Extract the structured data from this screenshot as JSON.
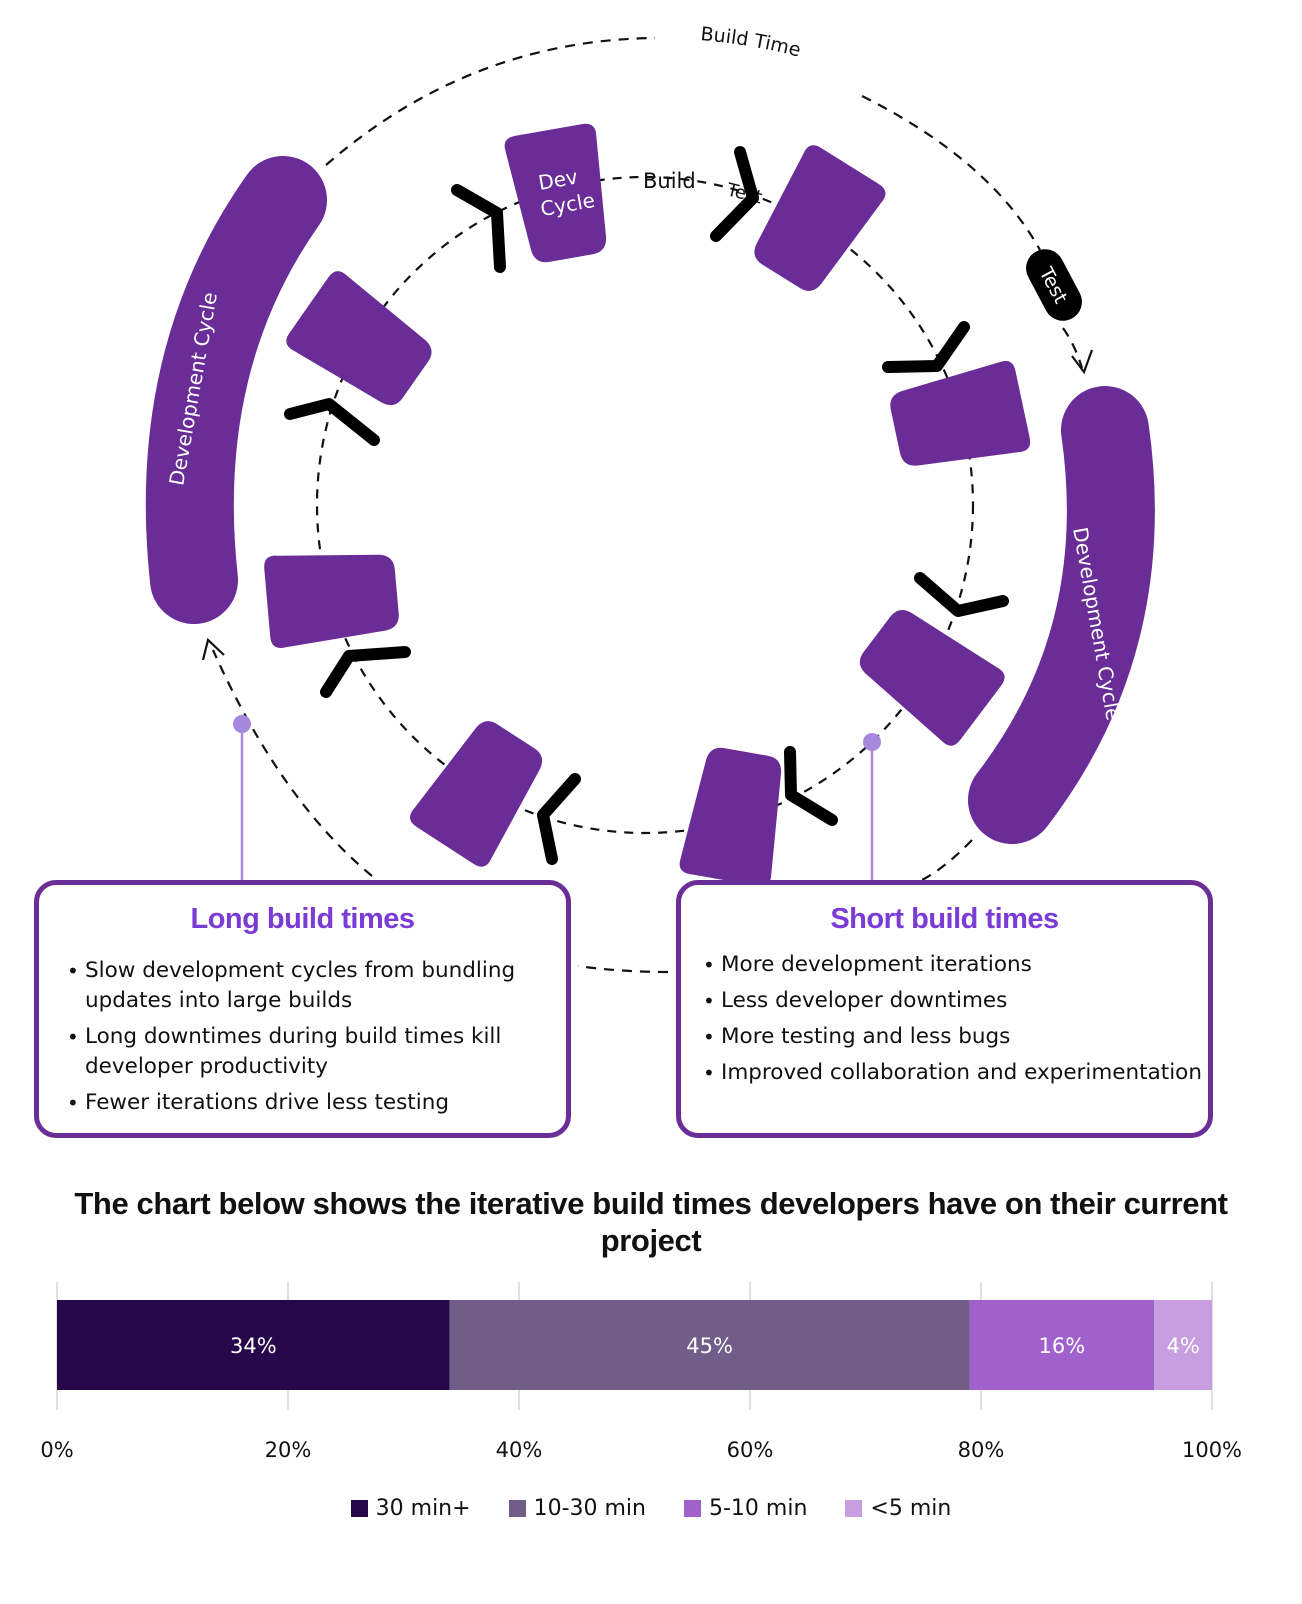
{
  "diagram": {
    "outer_arc_label": "Build Time",
    "outer_pill_label": "Test",
    "left_arc_label": "Development Cycle",
    "right_arc_label": "Development Cycle",
    "dev_cycle_block_label_line1": "Dev",
    "dev_cycle_block_label_line2": "Cycle",
    "inner_build_label": "Build",
    "inner_test_label": "Test",
    "colors": {
      "block": "#6a2c96",
      "accent_title": "#7a3bd6",
      "pin": "#a688dc",
      "panel_border": "#6b2d96"
    }
  },
  "panels": {
    "long": {
      "title": "Long build times",
      "items": [
        "Slow development cycles from bundling updates into large builds",
        "Long downtimes during build times kill developer productivity",
        "Fewer iterations drive less testing"
      ]
    },
    "short": {
      "title": "Short build times",
      "items": [
        "More development iterations",
        "Less developer downtimes",
        "More testing and less bugs",
        "Improved collaboration and experimentation"
      ]
    }
  },
  "chart_data": {
    "type": "bar",
    "orientation": "horizontal-stacked",
    "title": "The chart below shows the iterative build times developers have on their current project",
    "xlabel": "",
    "ylabel": "",
    "xlim": [
      0,
      100
    ],
    "x_ticks": [
      "0%",
      "20%",
      "40%",
      "60%",
      "80%",
      "100%"
    ],
    "x_tick_values": [
      0,
      20,
      40,
      60,
      80,
      100
    ],
    "grid": true,
    "legend_position": "bottom",
    "series": [
      {
        "name": "30 min+",
        "value": 34,
        "label": "34%",
        "color": "#26074a"
      },
      {
        "name": "10-30 min",
        "value": 45,
        "label": "45%",
        "color": "#705e88"
      },
      {
        "name": "5-10 min",
        "value": 16,
        "label": "16%",
        "color": "#a061cc"
      },
      {
        "name": "<5 min",
        "value": 4,
        "label": "4%",
        "color": "#c79ee0"
      }
    ]
  }
}
